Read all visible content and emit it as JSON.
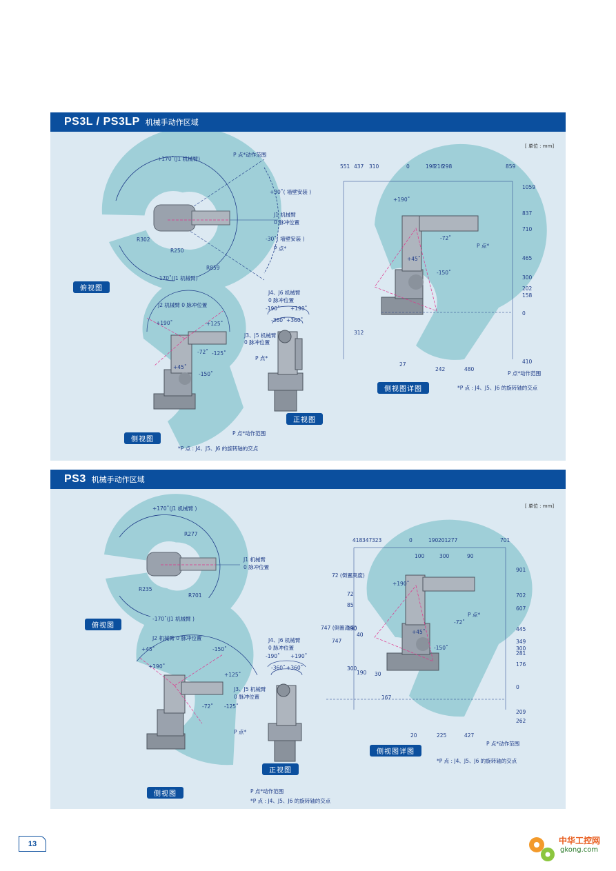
{
  "s1": {
    "model": "PS3L / PS3LP",
    "subtitle": "机械手动作区域",
    "unit": "[ 单位 : mm]",
    "top": {
      "j1_plus": "+170˚(J1 机械臂)",
      "j1_minus": "-170˚(J1 机械臂)",
      "p_range": "P 点*动作范围",
      "wall_plus": "+30˚( 墙壁安装 )",
      "wall_minus": "-30˚( 墙壁安装 )",
      "j1_zero_1": "J1 机械臂",
      "j1_zero_2": "0 脉冲位置",
      "p_point": "P 点*",
      "r302": "R302",
      "r250": "R250",
      "r859": "R859",
      "tag": "俯视图"
    },
    "side": {
      "j2_zero": "J2 机械臂 0 脉冲位置",
      "plus190": "+190˚",
      "plus125": "+125˚",
      "minus125": "-125˚",
      "minus72": "-72˚",
      "plus45": "+45˚",
      "minus150": "-150˚",
      "j3j5_1": "J3、J5 机械臂",
      "j3j5_2": "0 脉冲位置",
      "p_point": "P 点*",
      "p_range": "P 点*动作范围",
      "note": "*P 点 : J4、J5、J6 的旋转轴的交点",
      "tag": "侧视图"
    },
    "front": {
      "j4j6_1": "J4、J6 机械臂",
      "j4j6_2": "0 脉冲位置",
      "m190": "-190˚",
      "p190": "+190˚",
      "m360": "-360˚",
      "p360": "+360˚",
      "tag": "正视图"
    },
    "detail": {
      "top_dims": [
        "551",
        "437",
        "310",
        "0",
        "198",
        "216",
        "298",
        "859"
      ],
      "right_dims": [
        "1059",
        "837",
        "710",
        "465",
        "300",
        "202",
        "158",
        "0",
        "410"
      ],
      "bottom_dims": [
        "27",
        "242",
        "480"
      ],
      "left_dim": "312",
      "plus190": "+190˚",
      "minus72": "-72˚",
      "plus45": "+45˚",
      "minus150": "-150˚",
      "p_point": "P 点*",
      "p_range": "P 点*动作范围",
      "note": "*P 点 : J4、J5、J6 的旋转轴的交点",
      "tag": "侧视图详图"
    }
  },
  "s2": {
    "model": "PS3",
    "subtitle": "机械手动作区域",
    "unit": "[ 单位 : mm]",
    "top": {
      "j1_plus": "+170˚(J1 机械臂 )",
      "j1_minus": "-170˚(J1 机械臂 )",
      "r277": "R277",
      "r235": "R235",
      "r701": "R701",
      "j1_zero_1": "J1 机械臂",
      "j1_zero_2": "0 脉冲位置",
      "tag": "俯视图"
    },
    "side": {
      "j2_zero": "J2 机械臂 0 脉冲位置",
      "plus45": "+45˚",
      "minus150": "-150˚",
      "plus190": "+190˚",
      "plus125": "+125˚",
      "minus125": "-125˚",
      "minus72": "-72˚",
      "j3j5_1": "J3、J5 机械臂",
      "j3j5_2": "0 脉冲位置",
      "p_point": "P 点*",
      "p_range": "P 点*动作范围",
      "note": "*P 点 : J4、J5、J6 的旋转轴的交点",
      "tag": "侧视图"
    },
    "front": {
      "j4j6_1": "J4、J6 机械臂",
      "j4j6_2": "0 脉冲位置",
      "m190": "-190˚",
      "p190": "+190˚",
      "m360": "-360˚",
      "p360": "+360˚",
      "tag": "正视图"
    },
    "detail": {
      "top_dims": [
        "418",
        "347",
        "323",
        "0",
        "190",
        "201",
        "277",
        "701"
      ],
      "sub_dims": [
        "100",
        "300",
        "90"
      ],
      "right_dims": [
        "901",
        "702",
        "607",
        "445",
        "300",
        "281",
        "349",
        "176",
        "0",
        "209",
        "262"
      ],
      "left_dims": [
        "72 (倒置高度)",
        "72",
        "85",
        "290",
        "40",
        "300",
        "190",
        "747",
        "747 (倒置高度)"
      ],
      "small_dims": [
        "30",
        "167"
      ],
      "bottom_dims": [
        "20",
        "225",
        "427"
      ],
      "plus190": "+190˚",
      "minus72": "-72˚",
      "plus45": "+45˚",
      "minus150": "-150˚",
      "p_point": "P 点*",
      "p_range": "P 点*动作范围",
      "note": "*P 点 : J4、J5、J6 的旋转轴的交点",
      "tag": "侧视图详图"
    }
  },
  "page_number": "13",
  "watermark": {
    "cn": "中华工控网",
    "url": "gkong.com"
  },
  "colors": {
    "header": "#0b4f9e",
    "panel": "#dce9f2",
    "range": "#9fcfd8",
    "robot": "#9aa2ad",
    "magenta": "#e0338c",
    "line": "#1f3c88"
  }
}
